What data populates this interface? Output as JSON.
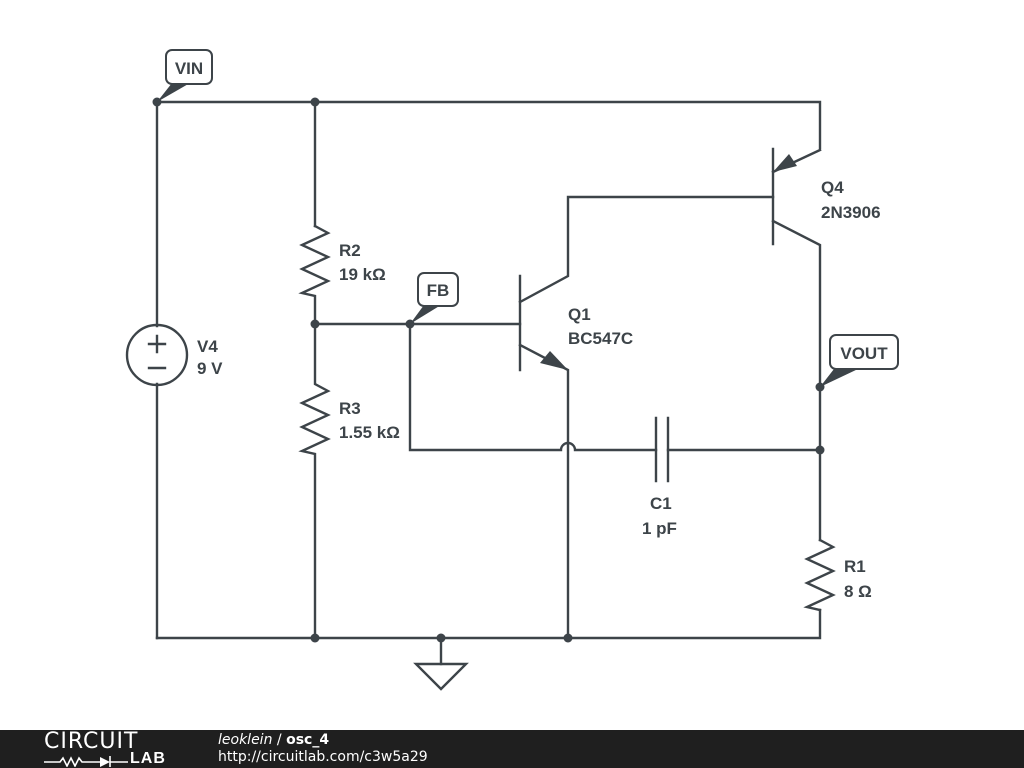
{
  "schematic": {
    "net_labels": {
      "vin": "VIN",
      "fb": "FB",
      "vout": "VOUT"
    },
    "components": {
      "v4": {
        "ref": "V4",
        "value": "9 V",
        "type": "dc-voltage-source"
      },
      "r2": {
        "ref": "R2",
        "value": "19 kΩ",
        "type": "resistor"
      },
      "r3": {
        "ref": "R3",
        "value": "1.55 kΩ",
        "type": "resistor"
      },
      "q1": {
        "ref": "Q1",
        "value": "BC547C",
        "type": "npn-transistor"
      },
      "q4": {
        "ref": "Q4",
        "value": "2N3906",
        "type": "pnp-transistor"
      },
      "c1": {
        "ref": "C1",
        "value": "1 pF",
        "type": "capacitor"
      },
      "r1": {
        "ref": "R1",
        "value": "8 Ω",
        "type": "resistor"
      }
    },
    "wire_color": "#3d4449"
  },
  "footer": {
    "logo_top": "CIRCUIT",
    "logo_bottom": "LAB",
    "user": "leoklein",
    "separator": " / ",
    "circuit_name": "osc_4",
    "url": "http://circuitlab.com/c3w5a29",
    "background": "#1f1f1f"
  }
}
